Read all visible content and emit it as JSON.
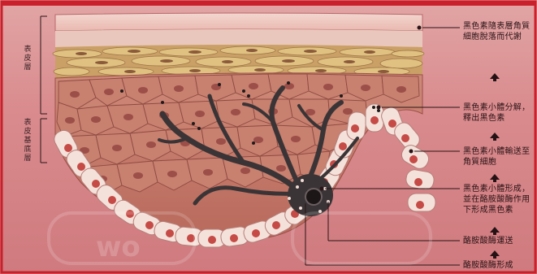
{
  "layers": {
    "epidermis": "表皮層",
    "basal": "表皮基底層"
  },
  "annotations": [
    {
      "key": "shed",
      "text": "黑色素隨表層角質細胞脫落而代謝"
    },
    {
      "key": "decompose",
      "text": "黑色素小體分解，釋出黑色素"
    },
    {
      "key": "transport_keratinocyte",
      "text": "黑色素小體輸送至角質細胞"
    },
    {
      "key": "formation",
      "text": "黑色素小體形成，並在酪胺酸酶作用下形成黑色素"
    },
    {
      "key": "tyrosinase_transport",
      "text": "酪胺酸酶運送"
    },
    {
      "key": "tyrosinase_form",
      "text": "酪胺酸酶形成"
    }
  ],
  "colors": {
    "border": "#c9202b",
    "stratum_corneum": "#d9b675",
    "keratinocyte": "#c57a68",
    "basal_cell": "#f4e2da",
    "melanocyte": "#3a3436",
    "background": "#d98b8d"
  },
  "watermark": "wo"
}
